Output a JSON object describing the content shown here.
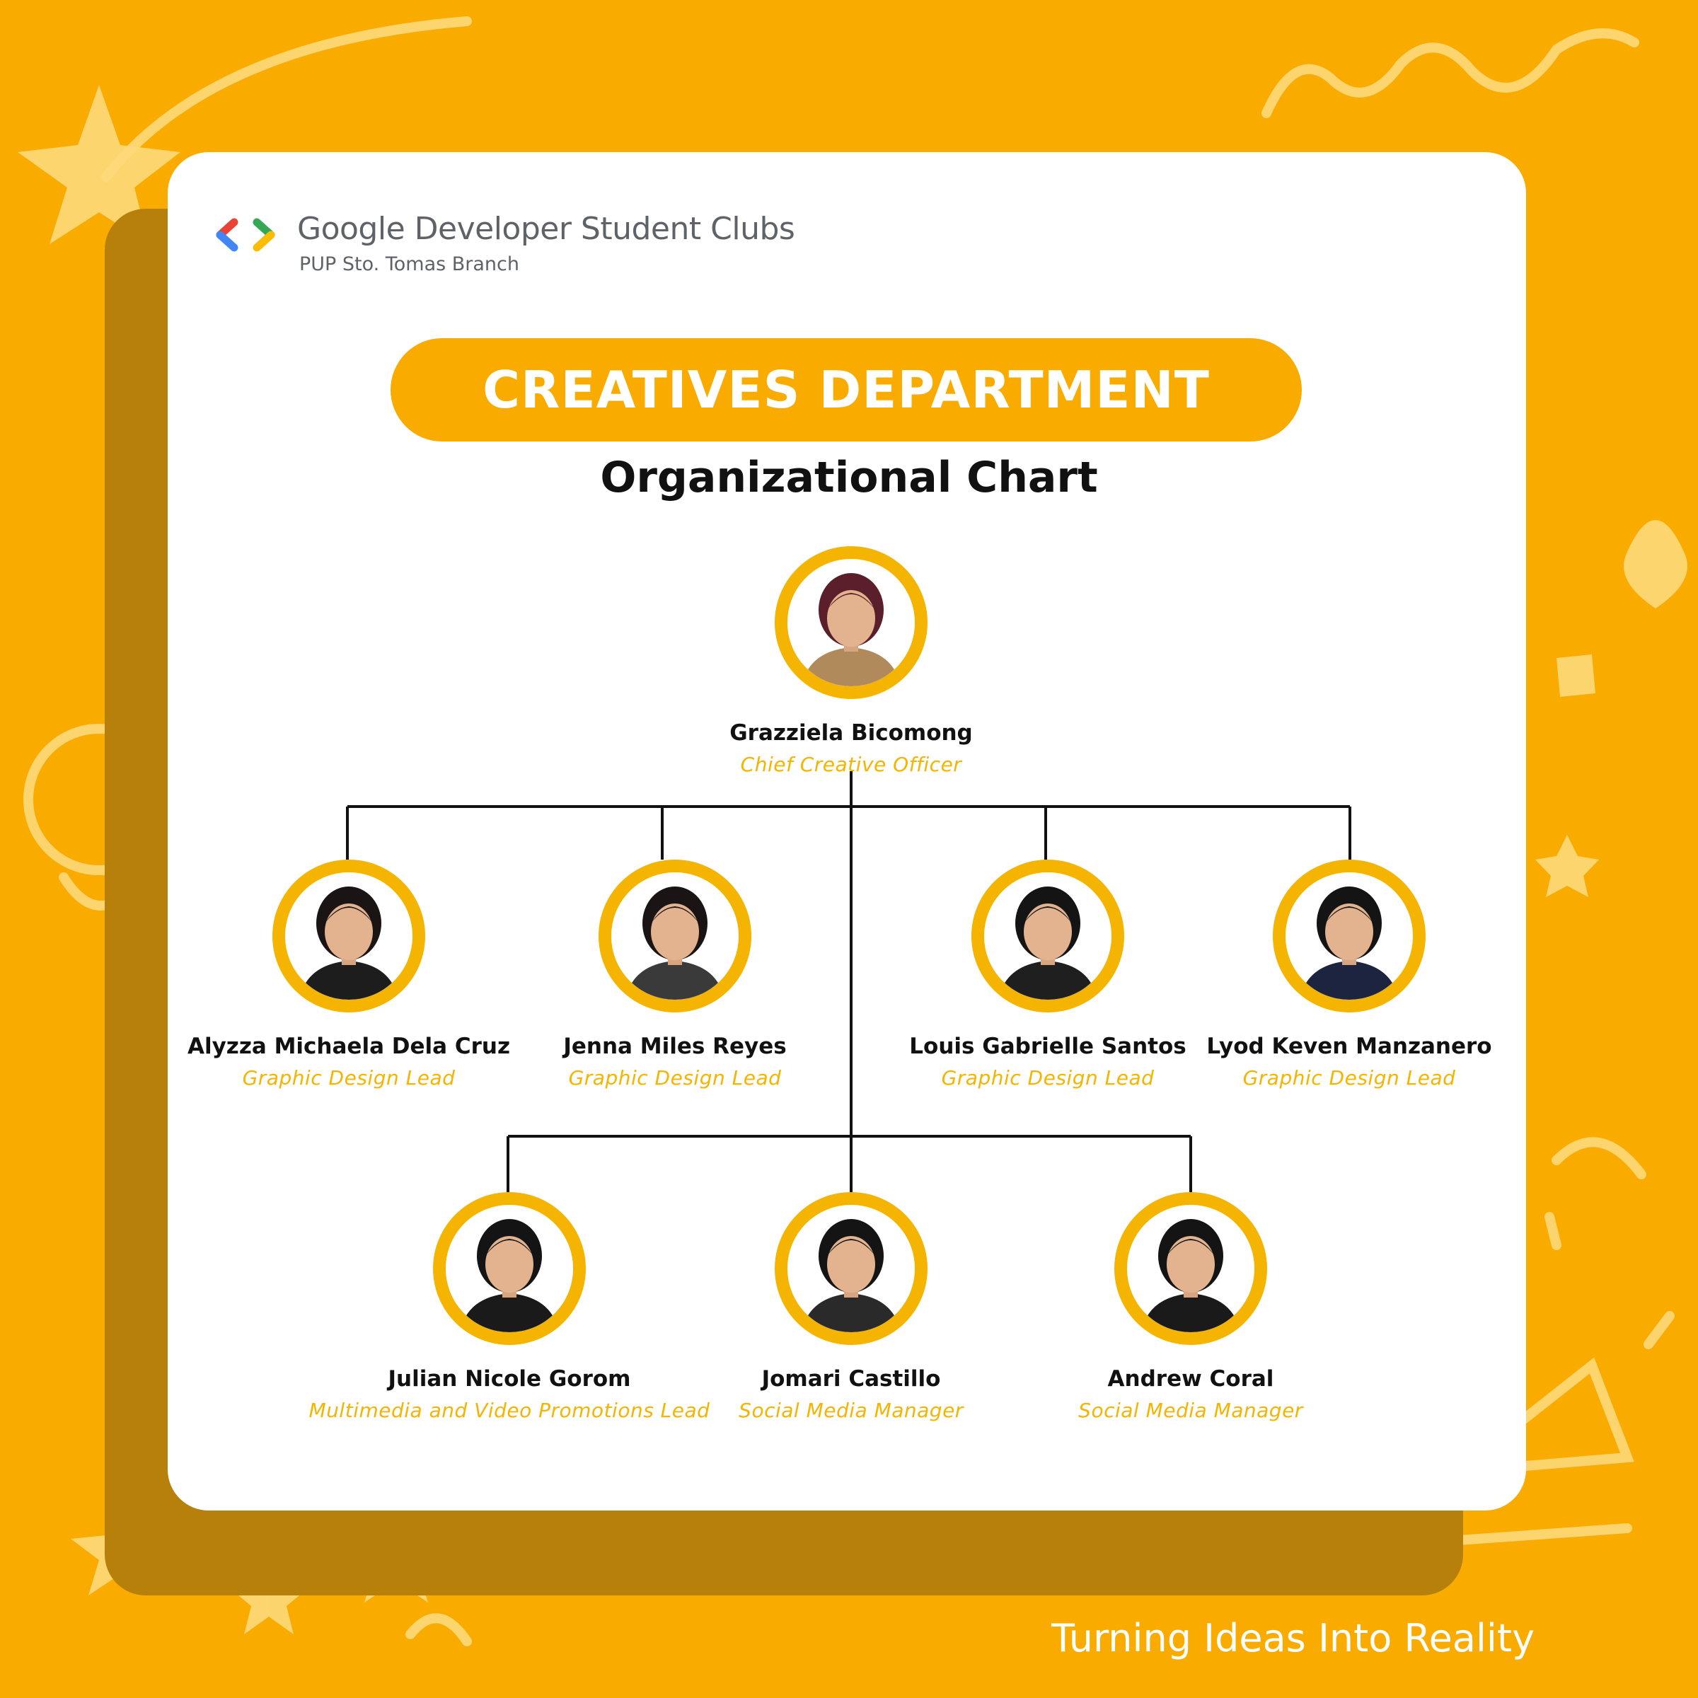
{
  "brand": {
    "title": "Google Developer Student Clubs",
    "subtitle": "PUP Sto. Tomas Branch"
  },
  "header": {
    "department": "CREATIVES DEPARTMENT",
    "chart_title": "Organizational Chart"
  },
  "members": [
    {
      "name": "Grazziela Bicomong",
      "role": "Chief Creative Officer",
      "hair": "#5a1f2a",
      "shirt": "#b08a5a"
    },
    {
      "name": "Alyzza Michaela Dela Cruz",
      "role": "Graphic Design Lead",
      "hair": "#1a1414",
      "shirt": "#1d1d1d"
    },
    {
      "name": "Jenna Miles Reyes",
      "role": "Graphic Design Lead",
      "hair": "#1a1414",
      "shirt": "#3a3a3a"
    },
    {
      "name": "Louis Gabrielle Santos",
      "role": "Graphic Design Lead",
      "hair": "#141414",
      "shirt": "#1f1f1f"
    },
    {
      "name": "Lyod Keven Manzanero",
      "role": "Graphic Design Lead",
      "hair": "#141414",
      "shirt": "#1c2440"
    },
    {
      "name": "Julian Nicole Gorom",
      "role": "Multimedia and Video Promotions Lead",
      "hair": "#141414",
      "shirt": "#1a1a1a"
    },
    {
      "name": "Jomari Castillo",
      "role": "Social Media Manager",
      "hair": "#141414",
      "shirt": "#2a2a2a"
    },
    {
      "name": "Andrew Coral",
      "role": "Social Media Manager",
      "hair": "#141414",
      "shirt": "#1a1a1a"
    }
  ],
  "footer": {
    "tagline": "Turning Ideas Into Reality"
  },
  "colors": {
    "background": "#F9AB00",
    "accent": "#F4B400",
    "card": "#ffffff"
  }
}
